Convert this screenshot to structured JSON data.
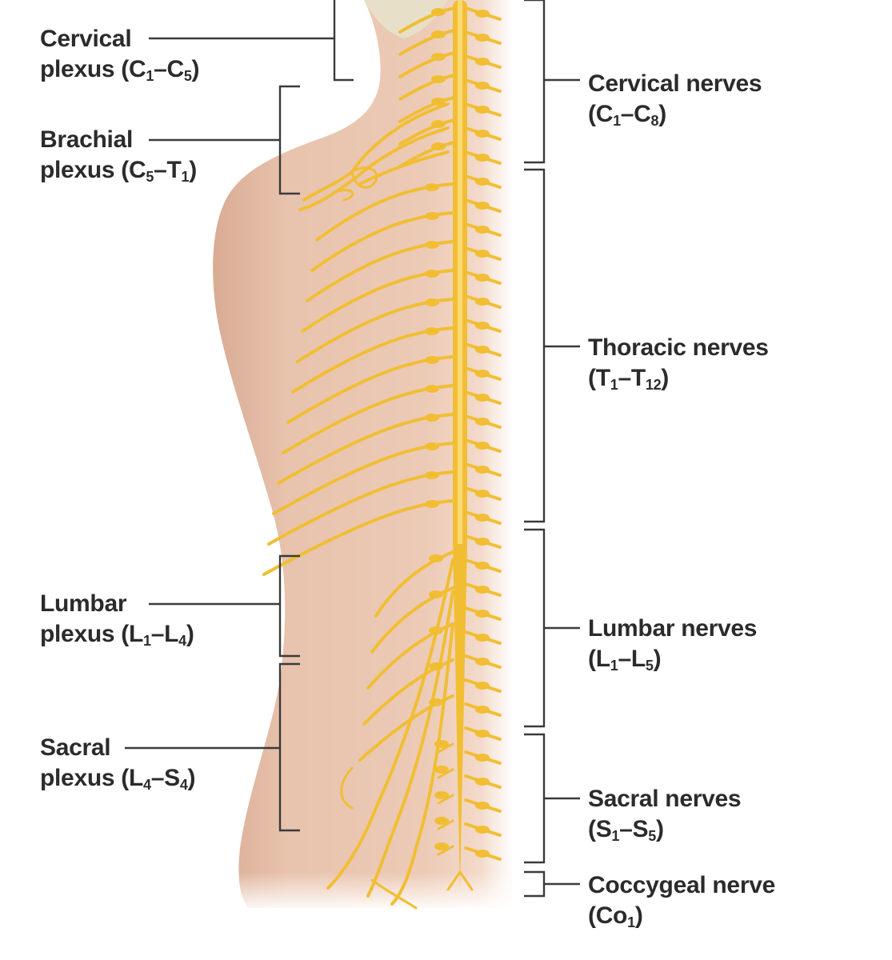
{
  "labels": {
    "cervical_plexus": {
      "name": "Cervical",
      "range": [
        {
          "t": "plexus (C"
        },
        {
          "s": "1"
        },
        {
          "t": "–C"
        },
        {
          "s": "5"
        },
        {
          "t": ")"
        }
      ]
    },
    "brachial_plexus": {
      "name": "Brachial",
      "range": [
        {
          "t": "plexus (C"
        },
        {
          "s": "5"
        },
        {
          "t": "–T"
        },
        {
          "s": "1"
        },
        {
          "t": ")"
        }
      ]
    },
    "lumbar_plexus": {
      "name": "Lumbar",
      "range": [
        {
          "t": "plexus (L"
        },
        {
          "s": "1"
        },
        {
          "t": "–L"
        },
        {
          "s": "4"
        },
        {
          "t": ")"
        }
      ]
    },
    "sacral_plexus": {
      "name": "Sacral",
      "range": [
        {
          "t": "plexus (L"
        },
        {
          "s": "4"
        },
        {
          "t": "–S"
        },
        {
          "s": "4"
        },
        {
          "t": ")"
        }
      ]
    },
    "cervical_nerves": {
      "name": "Cervical nerves",
      "range": [
        {
          "t": "(C"
        },
        {
          "s": "1"
        },
        {
          "t": "–C"
        },
        {
          "s": "8"
        },
        {
          "t": ")"
        }
      ]
    },
    "thoracic_nerves": {
      "name": "Thoracic nerves",
      "range": [
        {
          "t": "(T"
        },
        {
          "s": "1"
        },
        {
          "t": "–T"
        },
        {
          "s": "12"
        },
        {
          "t": ")"
        }
      ]
    },
    "lumbar_nerves": {
      "name": "Lumbar nerves",
      "range": [
        {
          "t": "(L"
        },
        {
          "s": "1"
        },
        {
          "t": "–L"
        },
        {
          "s": "5"
        },
        {
          "t": ")"
        }
      ]
    },
    "sacral_nerves": {
      "name": "Sacral nerves",
      "range": [
        {
          "t": "(S"
        },
        {
          "s": "1"
        },
        {
          "t": "–S"
        },
        {
          "s": "5"
        },
        {
          "t": ")"
        }
      ]
    },
    "coccygeal_nerve": {
      "name": "Coccygeal nerve",
      "range": [
        {
          "t": "(Co"
        },
        {
          "s": "1"
        },
        {
          "t": ")"
        }
      ]
    }
  },
  "colors": {
    "skin": "#e9c6b0",
    "skin_shadow": "#d7a993",
    "nerve": "#f1be33",
    "nerve_highlight": "#f8d875",
    "leader_line": "#3a3a3a",
    "label_text": "#2b2b2b",
    "hair": "#e8dfc8"
  }
}
